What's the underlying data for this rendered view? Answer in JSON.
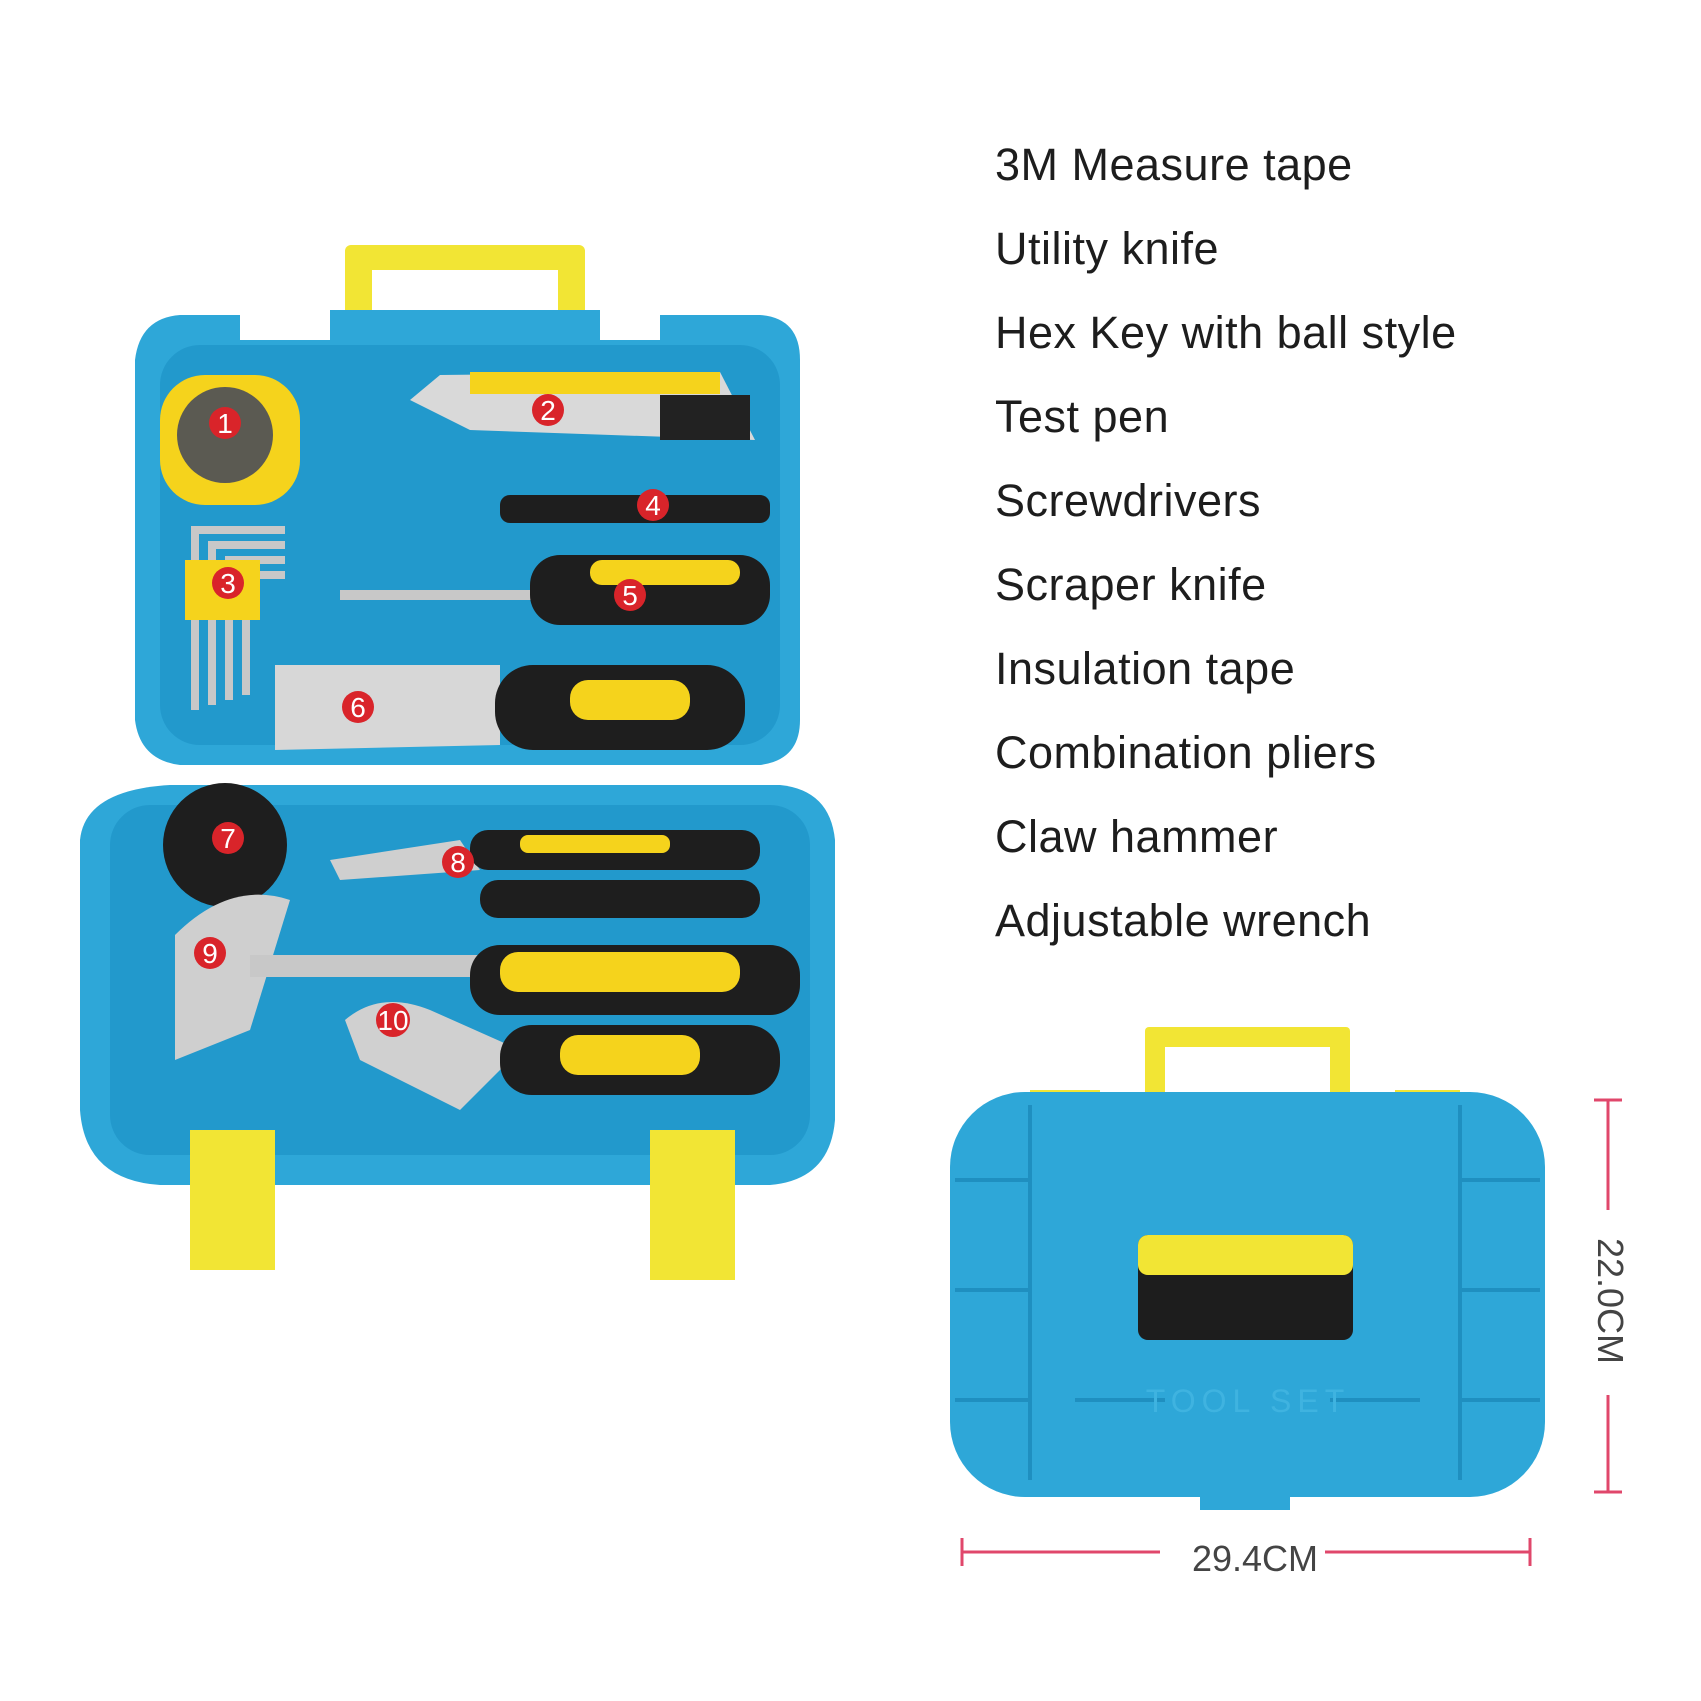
{
  "tool_list": [
    "3M Measure tape",
    "Utility knife",
    "Hex Key with ball style",
    "Test pen",
    "Screwdrivers",
    "Scraper knife",
    "Insulation tape",
    "Combination pliers",
    "Claw hammer",
    "Adjustable wrench"
  ],
  "callouts": [
    "1",
    "2",
    "3",
    "4",
    "5",
    "6",
    "7",
    "8",
    "9",
    "10"
  ],
  "dimensions": {
    "width": "29.4CM",
    "height": "22.0CM"
  },
  "case_emboss": "TOOL SET",
  "colors": {
    "case_blue": "#2ea7d8",
    "case_blue_dark": "#1f8fc0",
    "handle_yellow": "#f2e534",
    "tool_yellow": "#f5d31c",
    "callout_red": "#d9242a",
    "dimension_line": "#e0476b"
  }
}
